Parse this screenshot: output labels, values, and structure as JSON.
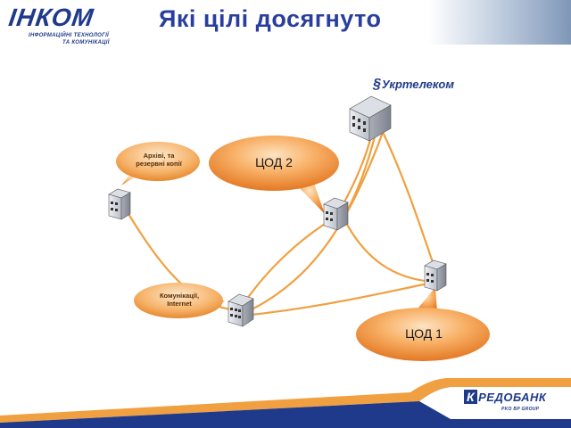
{
  "header": {
    "logo_text": "ІНКОМ",
    "logo_subtitle_line1": "ІНФОРМАЦІЙНІ ТЕХНОЛОГІЇ",
    "logo_subtitle_line2": "ТА КОМУНІКАЦІЇ",
    "title": "Які цілі досягнуто"
  },
  "diagram": {
    "bubbles": {
      "archives_line1": "Архіві, та",
      "archives_line2": "резервні копії",
      "comms_line1": "Комунікації,",
      "comms_line2": "Internet",
      "dc2": "ЦОД 2",
      "dc1": "ЦОД 1"
    },
    "ukrtelecom_logo": "Укртелеком"
  },
  "footer": {
    "bank_logo_k": "К",
    "bank_logo_rest": "РЕДОБАНК",
    "bank_subtitle": "PKO BP GROUP"
  },
  "colors": {
    "title": "#2a3f9d",
    "brand_blue": "#1f3a8a",
    "link_orange": "#f0a040",
    "bubble_orange": "#e8781a",
    "bubble_light": "#fbd3a0"
  }
}
